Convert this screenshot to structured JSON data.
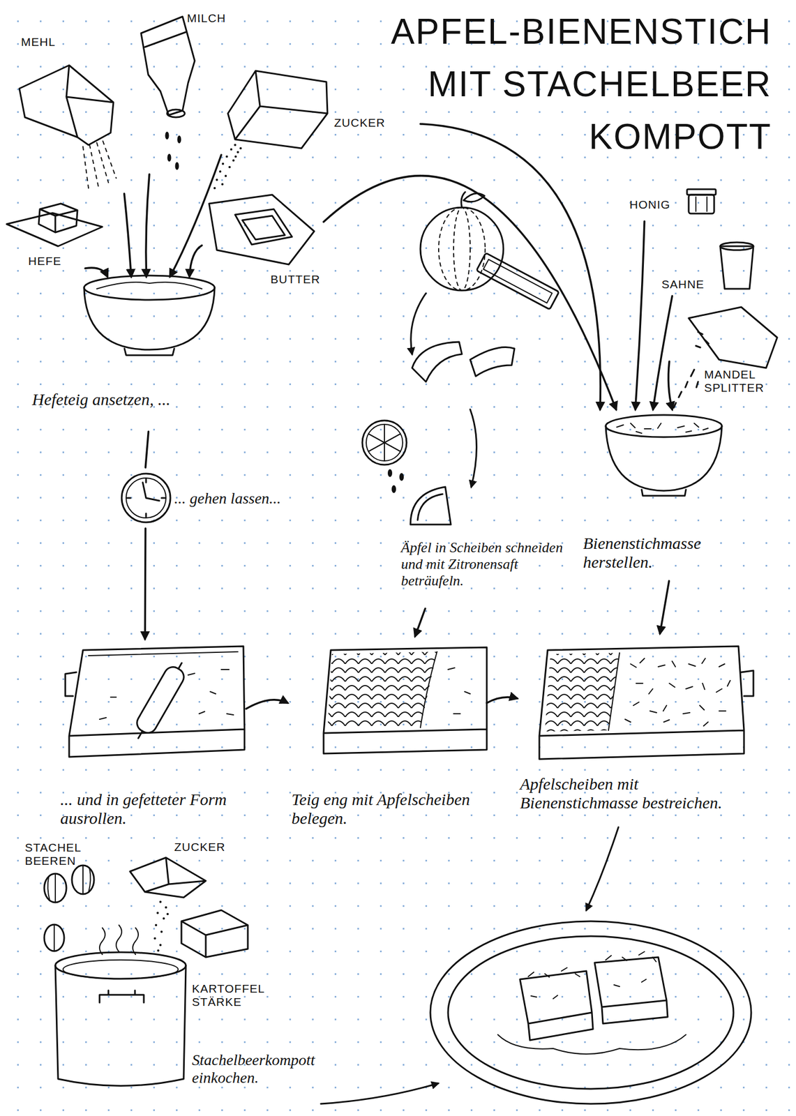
{
  "diagram": {
    "title": "APFEL-BIENENSTICH MIT STACHELBEER KOMPOTT",
    "nodes": [
      {
        "text": [
          "MEHL"
        ]
      },
      {
        "text": [
          "MILCH"
        ]
      },
      {
        "text": [
          "ZUCKER"
        ]
      },
      {
        "text": [
          "HEFE"
        ]
      },
      {
        "text": [
          "BUTTER"
        ]
      },
      {
        "text": [
          "Hefeteig ansetzen, ..."
        ]
      },
      {
        "text": [
          "... gehen lassen..."
        ]
      },
      {
        "text": [
          "... und in gefetteter Form ausrollen."
        ]
      },
      {
        "text": [
          "Äpfel in Scheiben schneiden und mit Zitronensaft beträufeln."
        ]
      },
      {
        "text": [
          "Teig eng mit Apfelscheiben belegen."
        ]
      },
      {
        "text": [
          "HONIG"
        ]
      },
      {
        "text": [
          "SAHNE"
        ]
      },
      {
        "text": [
          "MANDEL SPLITTER"
        ]
      },
      {
        "text": [
          "Bienenstichmasse herstellen."
        ]
      },
      {
        "text": [
          "Apfelscheiben mit Bienenstichmasse bestreichen."
        ]
      },
      {
        "text": [
          "STACHEL BEEREN"
        ]
      },
      {
        "text": [
          "ZUCKER"
        ]
      },
      {
        "text": [
          "KARTOFFEL STÄRKE"
        ]
      },
      {
        "text": [
          "Stachelbeerkompott einkochen."
        ]
      }
    ],
    "edges": [
      {
        "from": 0,
        "to": 5,
        "arrow": "to"
      },
      {
        "from": 1,
        "to": 5,
        "arrow": "to"
      },
      {
        "from": 2,
        "to": 5,
        "arrow": "to"
      },
      {
        "from": 3,
        "to": 5,
        "arrow": "to"
      },
      {
        "from": 4,
        "to": 5,
        "arrow": "to"
      },
      {
        "from": 2,
        "to": 13,
        "arrow": "to"
      },
      {
        "from": 4,
        "to": 13,
        "arrow": "to"
      },
      {
        "from": 5,
        "to": 6,
        "arrow": "none"
      },
      {
        "from": 6,
        "to": 7,
        "arrow": "to"
      },
      {
        "from": 7,
        "to": 9,
        "arrow": "to"
      },
      {
        "from": 8,
        "to": 9,
        "arrow": "to"
      },
      {
        "from": 9,
        "to": 14,
        "arrow": "to"
      },
      {
        "from": 10,
        "to": 13,
        "arrow": "to"
      },
      {
        "from": 11,
        "to": 13,
        "arrow": "to"
      },
      {
        "from": 12,
        "to": 13,
        "arrow": "to"
      },
      {
        "from": 13,
        "to": 14,
        "arrow": "to"
      }
    ]
  }
}
